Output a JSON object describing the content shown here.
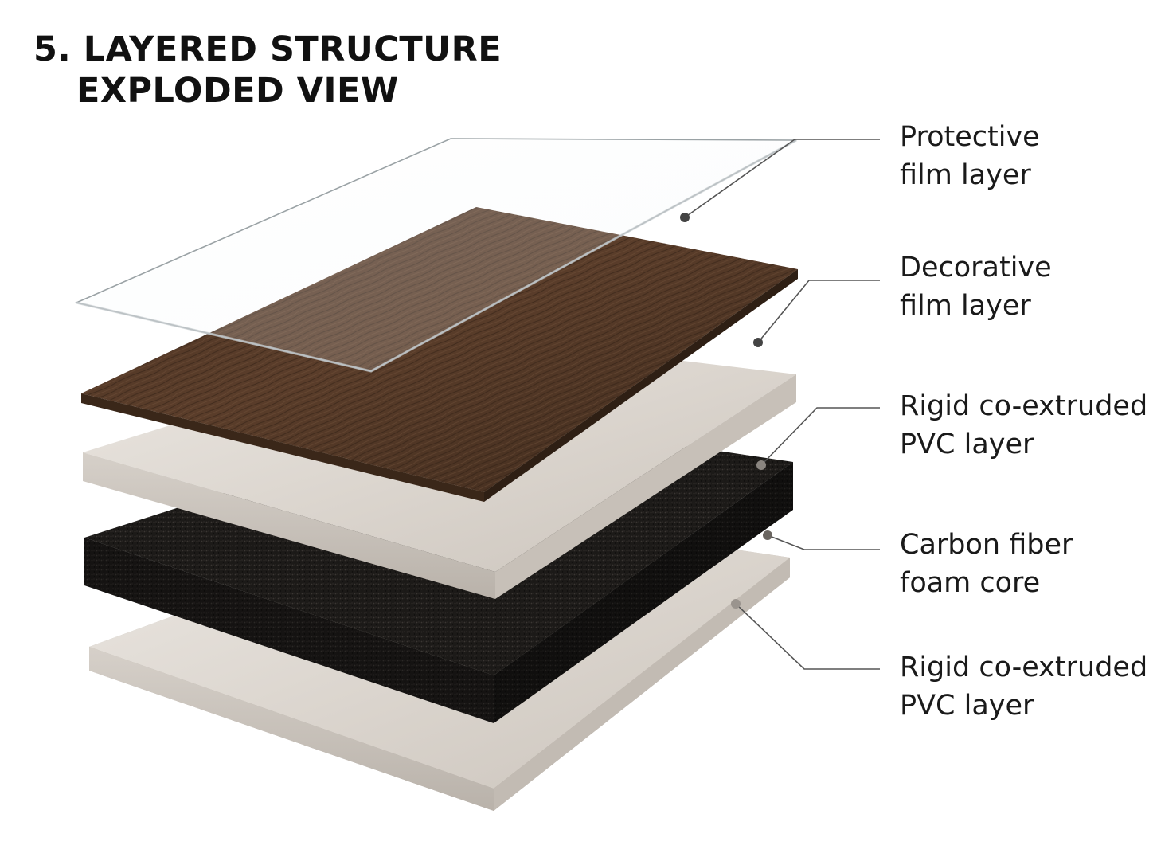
{
  "title": {
    "line1": "5. LAYERED STRUCTURE",
    "line2": "EXPLODED VIEW"
  },
  "layers": [
    {
      "id": "protective",
      "line1": "Protective",
      "line2": "film layer"
    },
    {
      "id": "decorative",
      "line1": "Decorative",
      "line2": "film layer"
    },
    {
      "id": "pvc-top",
      "line1": "Rigid co-extruded",
      "line2": "PVC layer"
    },
    {
      "id": "foam-core",
      "line1": "Carbon fiber",
      "line2": "foam core"
    },
    {
      "id": "pvc-bottom",
      "line1": "Rigid co-extruded",
      "line2": "PVC layer"
    }
  ],
  "colors": {
    "wood": "#4a3222",
    "pvc": "#d9d4ce",
    "foam": "#1b1917",
    "leader": "#555555"
  }
}
